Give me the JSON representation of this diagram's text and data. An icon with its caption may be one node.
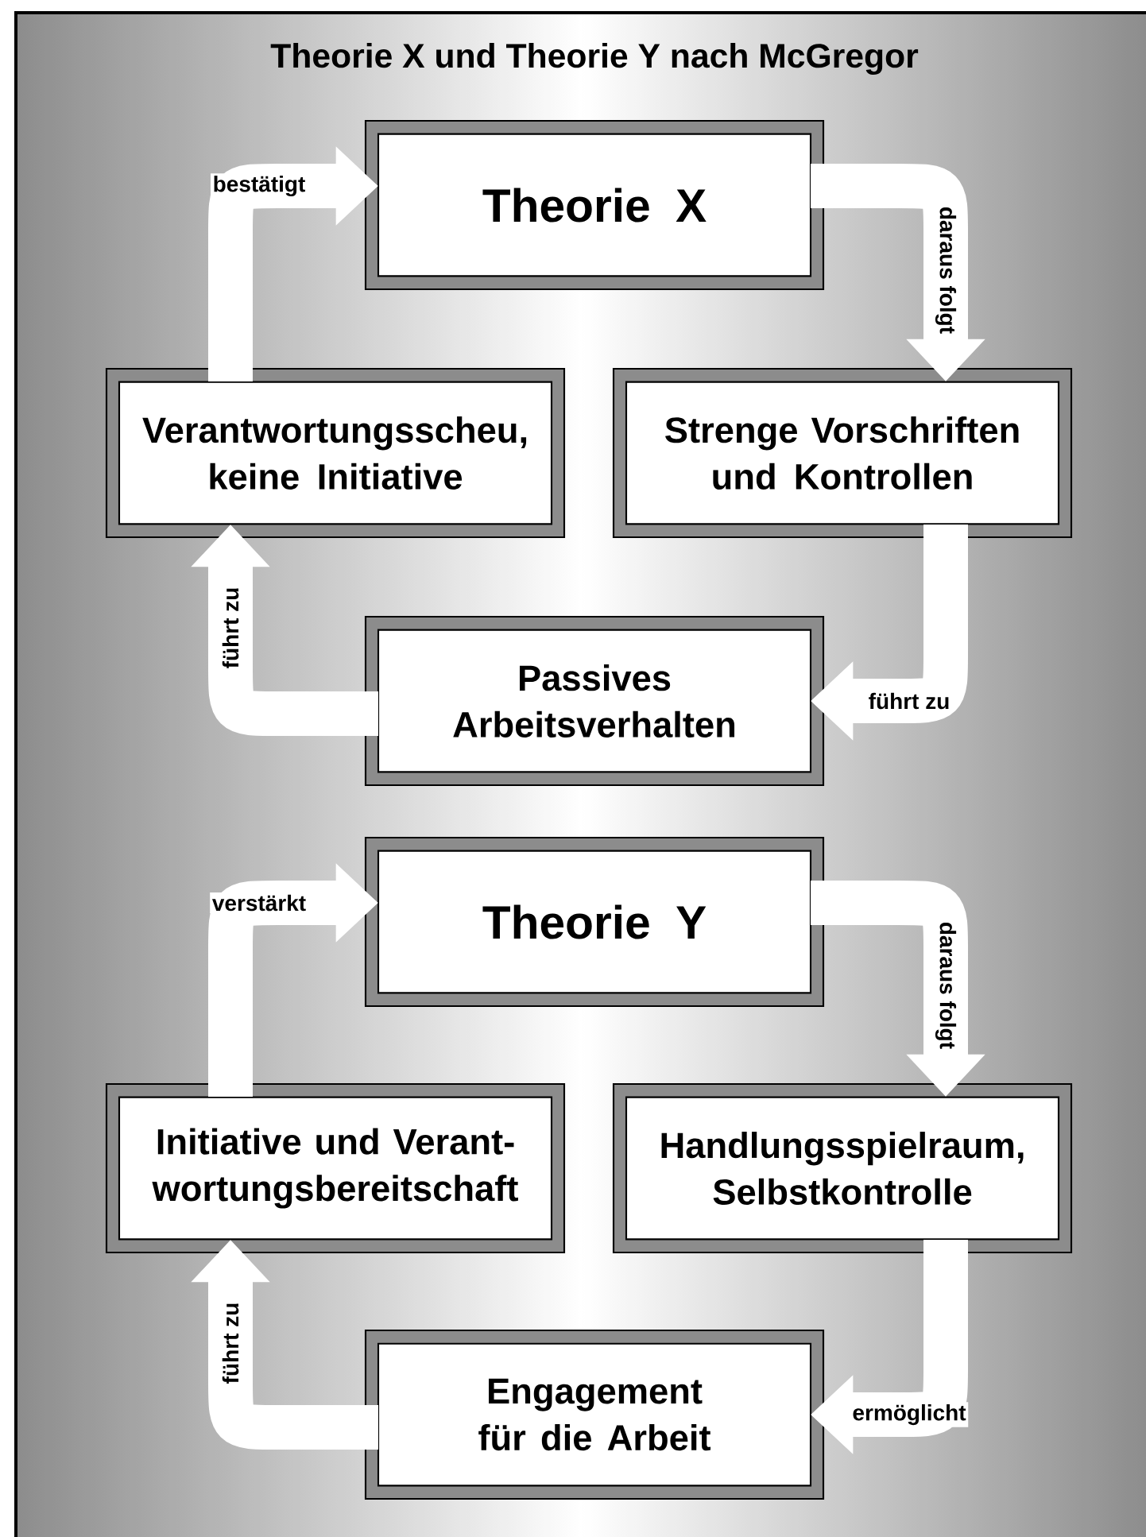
{
  "diagram": {
    "title": "Theorie X und Theorie Y nach McGregor",
    "nodes": [
      {
        "text": [
          "Theorie X"
        ]
      },
      {
        "text": [
          "Verantwortungsscheu, keine Initiative"
        ]
      },
      {
        "text": [
          "Strenge Vorschriften und Kontrollen"
        ]
      },
      {
        "text": [
          "Passives Arbeitsverhalten"
        ]
      },
      {
        "text": [
          "Theorie Y"
        ]
      },
      {
        "text": [
          "Initiative und Verant-wortungsbereitschaft"
        ]
      },
      {
        "text": [
          "Handlungsspielraum, Selbstkontrolle"
        ]
      },
      {
        "text": [
          "Engagement für die Arbeit"
        ]
      }
    ],
    "edges": [
      {
        "from": 0,
        "to": 2,
        "arrow": "to",
        "label": "daraus folgt"
      },
      {
        "from": 2,
        "to": 3,
        "arrow": "to",
        "label": "führt zu"
      },
      {
        "from": 3,
        "to": 1,
        "arrow": "to",
        "label": "führt zu"
      },
      {
        "from": 1,
        "to": 0,
        "arrow": "to",
        "label": "bestätigt"
      },
      {
        "from": 4,
        "to": 6,
        "arrow": "to",
        "label": "daraus folgt"
      },
      {
        "from": 6,
        "to": 7,
        "arrow": "to",
        "label": "ermöglicht"
      },
      {
        "from": 7,
        "to": 5,
        "arrow": "to",
        "label": "führt zu"
      },
      {
        "from": 5,
        "to": 4,
        "arrow": "to",
        "label": "verstärkt"
      }
    ]
  }
}
